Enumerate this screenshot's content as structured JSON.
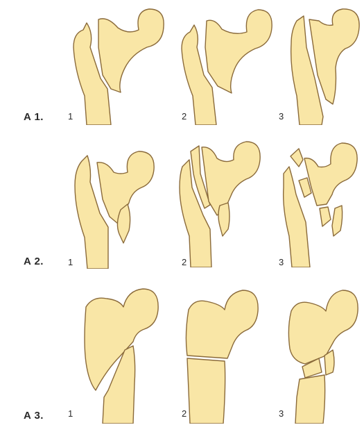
{
  "rows": [
    {
      "label": "A 1.",
      "figures": [
        "1",
        "2",
        "3"
      ]
    },
    {
      "label": "A 2.",
      "figures": [
        "1",
        "2",
        "3"
      ]
    },
    {
      "label": "A 3.",
      "figures": [
        "1",
        "2",
        "3"
      ]
    }
  ],
  "colors": {
    "bone_fill": "#f9e6a6",
    "bone_outline": "#8a6a3a",
    "text": "#2a2a2a"
  }
}
